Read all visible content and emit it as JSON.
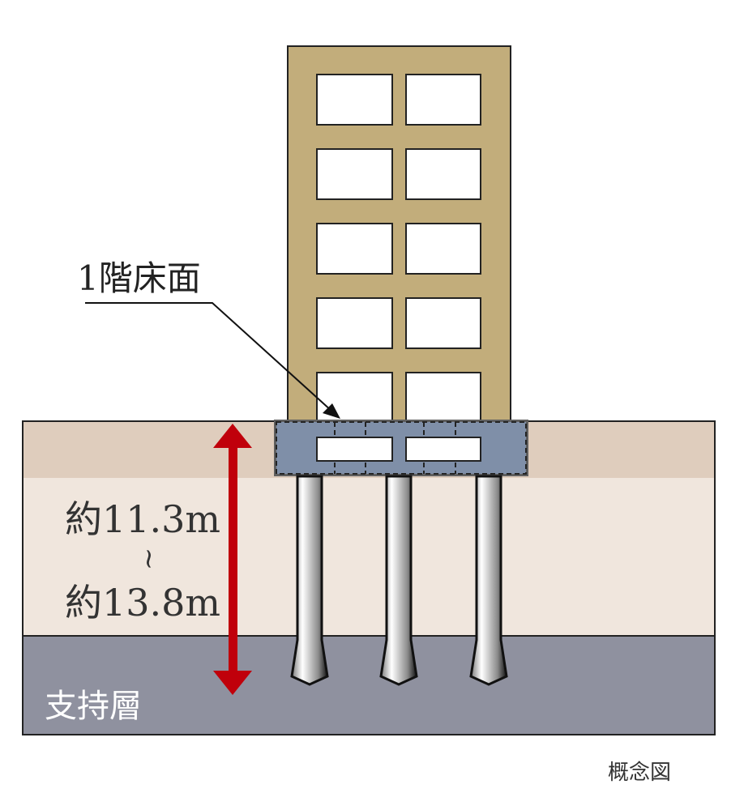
{
  "labels": {
    "floor": "1階床面",
    "depth_min": "約11.3m",
    "range_sep": "~",
    "depth_max": "約13.8m",
    "bearing_layer": "支持層",
    "caption": "概念図"
  },
  "colors": {
    "building": "#c2ad7b",
    "topsoil": "#dfcdbd",
    "midsoil": "#f0e6dd",
    "bearing_layer": "#8f919f",
    "basement": "#7f8fa8",
    "arrow": "#c0000b"
  }
}
